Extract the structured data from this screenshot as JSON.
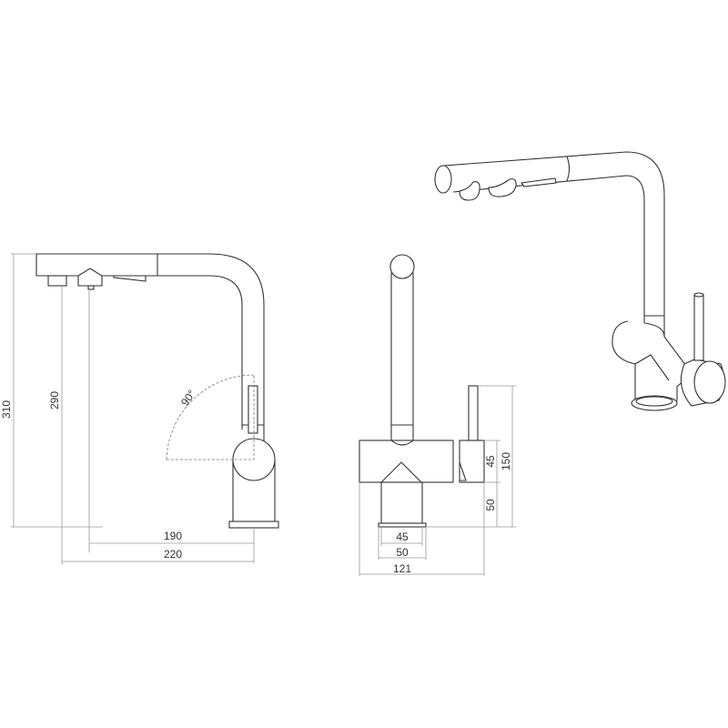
{
  "side_view": {
    "height_total": "310",
    "height_outlet": "290",
    "reach_inner": "190",
    "reach_outer": "220",
    "swivel_angle": "90°"
  },
  "front_view": {
    "lever_height": "150",
    "body_height": "45",
    "base_height": "50",
    "stem_width": "45",
    "base_width": "50",
    "overall_width": "121"
  }
}
